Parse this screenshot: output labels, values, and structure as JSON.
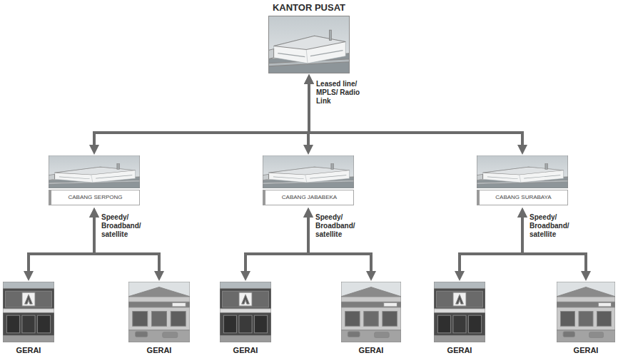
{
  "diagram": {
    "nodes": [
      {
        "text": [
          "KANTOR PUSAT"
        ]
      },
      {
        "text": [
          "CABANG SERPONG"
        ]
      },
      {
        "text": [
          "CABANG JABABEKA"
        ]
      },
      {
        "text": [
          "CABANG SURABAYA"
        ]
      },
      {
        "text": [
          "GERAI"
        ]
      },
      {
        "text": [
          "GERAI"
        ]
      },
      {
        "text": [
          "GERAI"
        ]
      },
      {
        "text": [
          "GERAI"
        ]
      },
      {
        "text": [
          "GERAI"
        ]
      },
      {
        "text": [
          "GERAI"
        ]
      }
    ],
    "edges": [
      {
        "from": 0,
        "to": 1,
        "arrow": "both"
      },
      {
        "from": 0,
        "to": 2,
        "label": "Leased line/ MPLS/ Radio Link",
        "arrow": "both"
      },
      {
        "from": 0,
        "to": 3,
        "arrow": "both"
      },
      {
        "from": 1,
        "to": 4,
        "label": "Speedy/ Broadband/ satellite",
        "arrow": "both"
      },
      {
        "from": 1,
        "to": 5,
        "arrow": "both"
      },
      {
        "from": 2,
        "to": 6,
        "label": "Speedy/ Broadband/ satellite",
        "arrow": "both"
      },
      {
        "from": 2,
        "to": 7,
        "arrow": "both"
      },
      {
        "from": 3,
        "to": 8,
        "label": "Speedy/ Broadband/ satellite",
        "arrow": "both"
      },
      {
        "from": 3,
        "to": 9,
        "arrow": "both"
      }
    ]
  }
}
